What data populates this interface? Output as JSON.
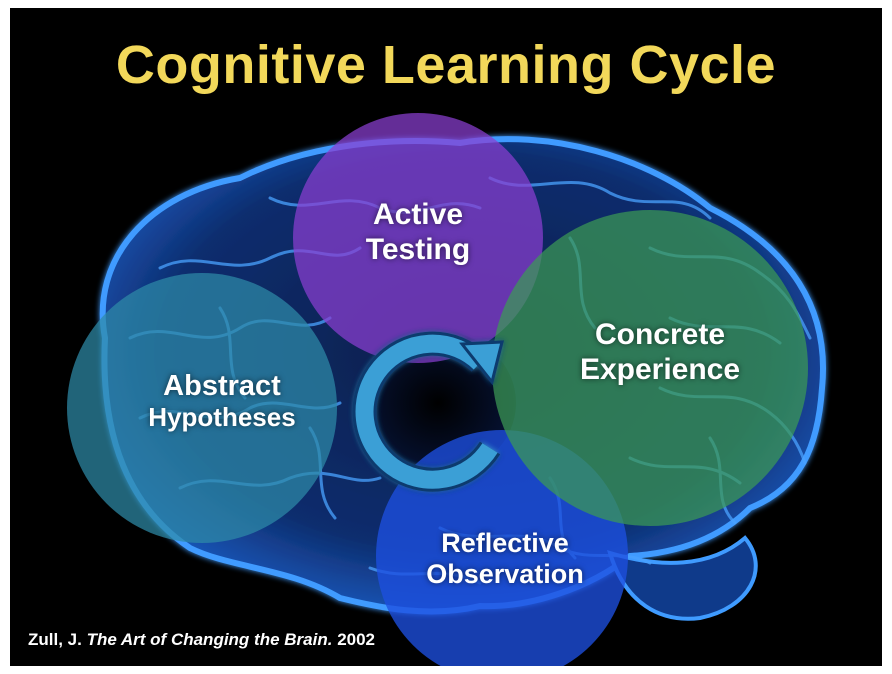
{
  "title": "Cognitive Learning Cycle",
  "stages": {
    "active_testing": {
      "line1": "Active",
      "line2": "Testing",
      "color": "#8b3fd1"
    },
    "concrete_experience": {
      "line1": "Concrete",
      "line2": "Experience",
      "color": "#3c9a55"
    },
    "reflective_observation": {
      "line1": "Reflective",
      "line2": "Observation",
      "color": "#1e4fe0"
    },
    "abstract_hypotheses": {
      "line1": "Abstract",
      "line2": "Hypotheses",
      "color": "#2e8aa8"
    }
  },
  "citation": {
    "author": "Zull, J.",
    "book": "The Art of Changing the Brain.",
    "year": "2002"
  },
  "colors": {
    "background": "#000000",
    "title": "#f2d85a",
    "brain": "#2f7be0",
    "arrow": "#3a9fd6"
  }
}
